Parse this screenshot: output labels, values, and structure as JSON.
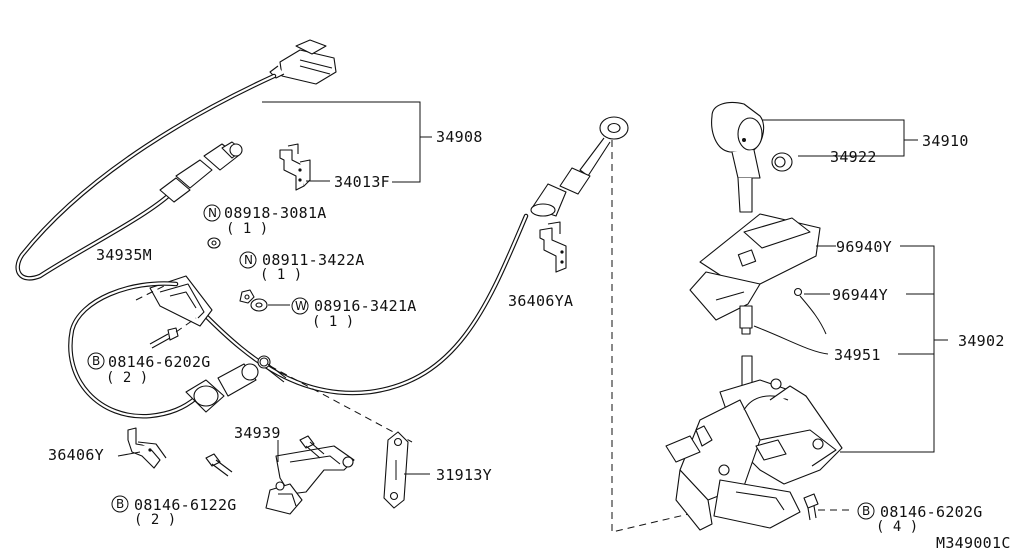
{
  "diagram_id": "M349001C",
  "callouts": {
    "c34908": "34908",
    "c34013F": "34013F",
    "c34935M": "34935M",
    "c36406YA": "36406YA",
    "c34939": "34939",
    "c36406Y": "36406Y",
    "c31913Y": "31913Y",
    "c34910": "34910",
    "c34922": "34922",
    "c96940Y": "96940Y",
    "c96944Y": "96944Y",
    "c34951": "34951",
    "c34902": "34902"
  },
  "fasteners": [
    {
      "prefix": "N",
      "code": "08918-3081A",
      "qty": "( 1 )"
    },
    {
      "prefix": "N",
      "code": "08911-3422A",
      "qty": "( 1 )"
    },
    {
      "prefix": "W",
      "code": "08916-3421A",
      "qty": "( 1 )"
    },
    {
      "prefix": "B",
      "code": "08146-6202G",
      "qty": "( 2 )"
    },
    {
      "prefix": "B",
      "code": "08146-6122G",
      "qty": "( 2 )"
    },
    {
      "prefix": "B",
      "code": "08146-6202G",
      "qty": "( 4 )"
    }
  ]
}
